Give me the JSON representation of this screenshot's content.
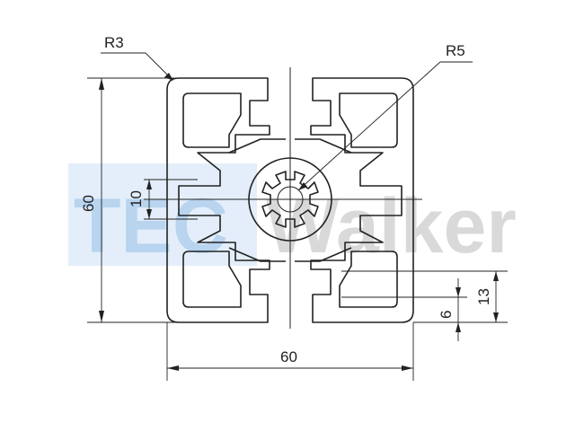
{
  "watermark": {
    "brand_prefix": "TEC",
    "brand_suffix": "Walker",
    "prefix_color": "#b8d4ef",
    "suffix_color": "#d9d9d9"
  },
  "dimensions": {
    "height": "60",
    "width": "60",
    "slot_width": "10",
    "groove_depth": "6",
    "groove_offset": "13",
    "corner_radius": "R3",
    "center_radius": "R5"
  },
  "colors": {
    "line": "#222222",
    "background": "#ffffff"
  }
}
